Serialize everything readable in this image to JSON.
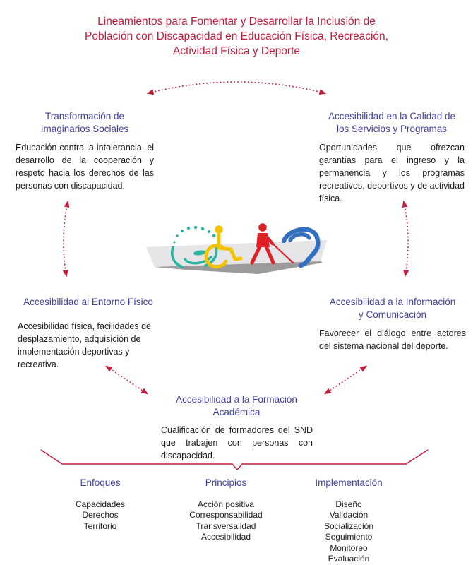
{
  "title": {
    "lines": [
      "Lineamientos para Fomentar y Desarrollar la Inclusión de",
      "Población con Discapacidad en Educación Física, Recreación,",
      "Actividad Física y Deporte"
    ]
  },
  "nodes": {
    "top_left": {
      "heading_lines": [
        "Transformación de",
        "Imaginarios Sociales"
      ],
      "body": "Educación contra la intolerancia, el desarrollo de la cooperación y respeto hacia los derechos de las personas con discapacidad."
    },
    "top_right": {
      "heading_lines": [
        "Accesibilidad en la Calidad de",
        "los Servicios y Programas"
      ],
      "body": "Oportunidades que ofrezcan garantías para el ingreso y la permanencia y los programas recreativos, deportivos y de actividad física."
    },
    "bottom_left": {
      "heading_lines": [
        "Accesibilidad al Entorno Físico"
      ],
      "body": "Accesibilidad física, facilidades de desplazamiento, adquisición de implementación deportivas y recreativa."
    },
    "bottom_right": {
      "heading_lines": [
        "Accesibilidad a la Información",
        "y Comunicación"
      ],
      "body": "Favorecer el diálogo entre actores del sistema nacional del deporte."
    },
    "center_bottom": {
      "heading_lines": [
        "Accesibilidad a la Formación",
        "Académica"
      ],
      "body": "Cualificación de formadores del SND que trabajen con personas con discapacidad."
    }
  },
  "center_graphic": {
    "icons": [
      "cognitive-disability-icon",
      "wheelchair-icon",
      "visual-impairment-cane-icon",
      "hearing-impairment-ear-icon"
    ],
    "connectors": [
      "top-arc-arrow",
      "left-vertical-arrow",
      "right-vertical-arrow",
      "left-diagonal-arrow",
      "right-diagonal-arrow",
      "gather-bracket"
    ]
  },
  "columns": [
    {
      "heading": "Enfoques",
      "items": [
        "Capacidades",
        "Derechos",
        "Territorio"
      ]
    },
    {
      "heading": "Principios",
      "items": [
        "Acción positiva",
        "Corresponsabilidad",
        "Transversalidad",
        "Accesibilidad"
      ]
    },
    {
      "heading": "Implementación",
      "items": [
        "Diseño",
        "Validación",
        "Socialización",
        "Seguimiento",
        "Monitoreo",
        "Evaluación"
      ]
    }
  ],
  "colors": {
    "accent_red": "#C51C3C",
    "heading_blue": "#403FA0",
    "body_text": "#1B1B1B",
    "icon_teal": "#2BB5A3",
    "icon_yellow": "#F3C300",
    "icon_red": "#DE1F26",
    "icon_blue": "#3470C2",
    "ribbon_gray": "#E6E6E8",
    "ribbon_shadow": "#9B9B9E"
  }
}
